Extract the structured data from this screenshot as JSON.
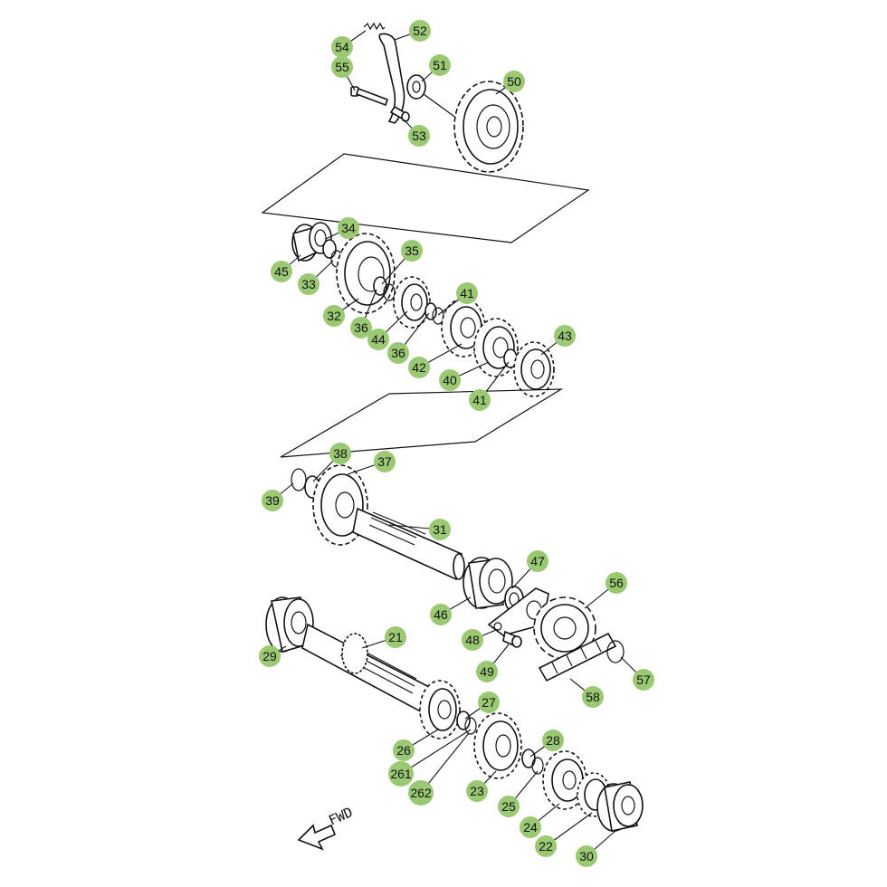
{
  "diagram": {
    "callout_color": "#9bc873",
    "fwd_label": "FWD",
    "callouts": [
      "54",
      "52",
      "51",
      "55",
      "50",
      "53",
      "34",
      "35",
      "45",
      "33",
      "41",
      "32",
      "36",
      "44",
      "36",
      "42",
      "43",
      "40",
      "41",
      "38",
      "37",
      "39",
      "31",
      "47",
      "56",
      "46",
      "48",
      "49",
      "57",
      "58",
      "21",
      "29",
      "27",
      "28",
      "26",
      "261",
      "262",
      "23",
      "25",
      "24",
      "22",
      "30"
    ]
  }
}
